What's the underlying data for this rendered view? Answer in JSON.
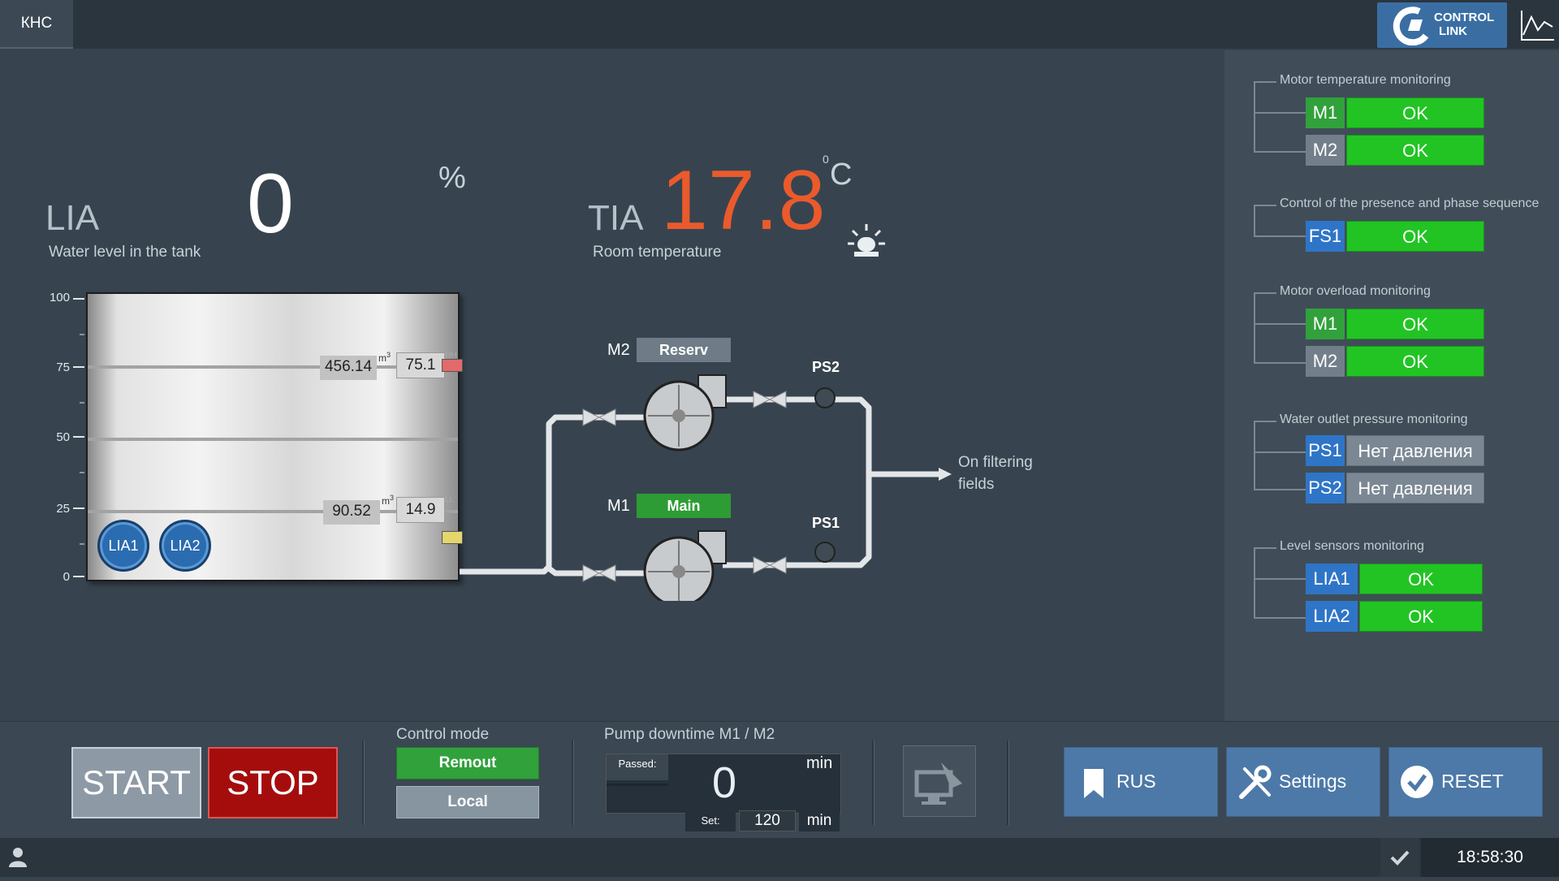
{
  "topbar": {
    "tab": "КНС",
    "logo_line1": "CONTROL",
    "logo_line2": "LINK"
  },
  "lia": {
    "tag": "LIA",
    "desc": "Water level in the tank",
    "value": "0",
    "unit": "%"
  },
  "tia": {
    "tag": "TIA",
    "desc": "Room temperature",
    "value": "17.8",
    "unit_deg": "0",
    "unit": "C"
  },
  "tank": {
    "axis_labels": [
      "100",
      "75",
      "50",
      "25",
      "0"
    ],
    "hh_volume": "456.14",
    "hh_unit": "m",
    "hh_exp": "3",
    "hh_level": "75.1",
    "hh_flag": "HH",
    "ll_volume": "90.52",
    "ll_unit": "m",
    "ll_exp": "3",
    "ll_level": "14.9",
    "ll_flag": "LL",
    "sensor1": "LIA1",
    "sensor2": "LIA2",
    "hh_color": "#e26a6a",
    "ll_color": "#e3d66c"
  },
  "pumps": {
    "m2_tag": "M2",
    "m2_status": "Reserv",
    "m2_color": "#6f7c87",
    "m1_tag": "M1",
    "m1_status": "Main",
    "m1_color": "#2e9c34",
    "ps2": "PS2",
    "ps1": "PS1",
    "outlet": "On filtering fields"
  },
  "monitoring": {
    "g1": {
      "title": "Motor temperature monitoring",
      "rows": [
        {
          "tag": "M1",
          "status": "OK"
        },
        {
          "tag": "M2",
          "status": "OK"
        }
      ]
    },
    "g2": {
      "title": "Control of the presence and phase sequence",
      "rows": [
        {
          "tag": "FS1",
          "status": "OK"
        }
      ]
    },
    "g3": {
      "title": "Motor overload monitoring",
      "rows": [
        {
          "tag": "M1",
          "status": "OK"
        },
        {
          "tag": "M2",
          "status": "OK"
        }
      ]
    },
    "g4": {
      "title": "Water outlet pressure monitoring",
      "rows": [
        {
          "tag": "PS1",
          "status": "Нет давления"
        },
        {
          "tag": "PS2",
          "status": "Нет давления"
        }
      ]
    },
    "g5": {
      "title": "Level sensors monitoring",
      "rows": [
        {
          "tag": "LIA1",
          "status": "OK"
        },
        {
          "tag": "LIA2",
          "status": "OK"
        }
      ]
    }
  },
  "bottom": {
    "start": "START",
    "stop": "STOP",
    "control_mode_title": "Control mode",
    "remout": "Remout",
    "local": "Local",
    "downtime_title": "Pump downtime M1 / M2",
    "passed_label": "Passed:",
    "passed_value": "0",
    "passed_unit": "min",
    "set_label": "Set:",
    "set_value": "120",
    "set_unit": "min",
    "rus": "RUS",
    "settings": "Settings",
    "reset": "RESET"
  },
  "status": {
    "time": "18:58:30"
  }
}
